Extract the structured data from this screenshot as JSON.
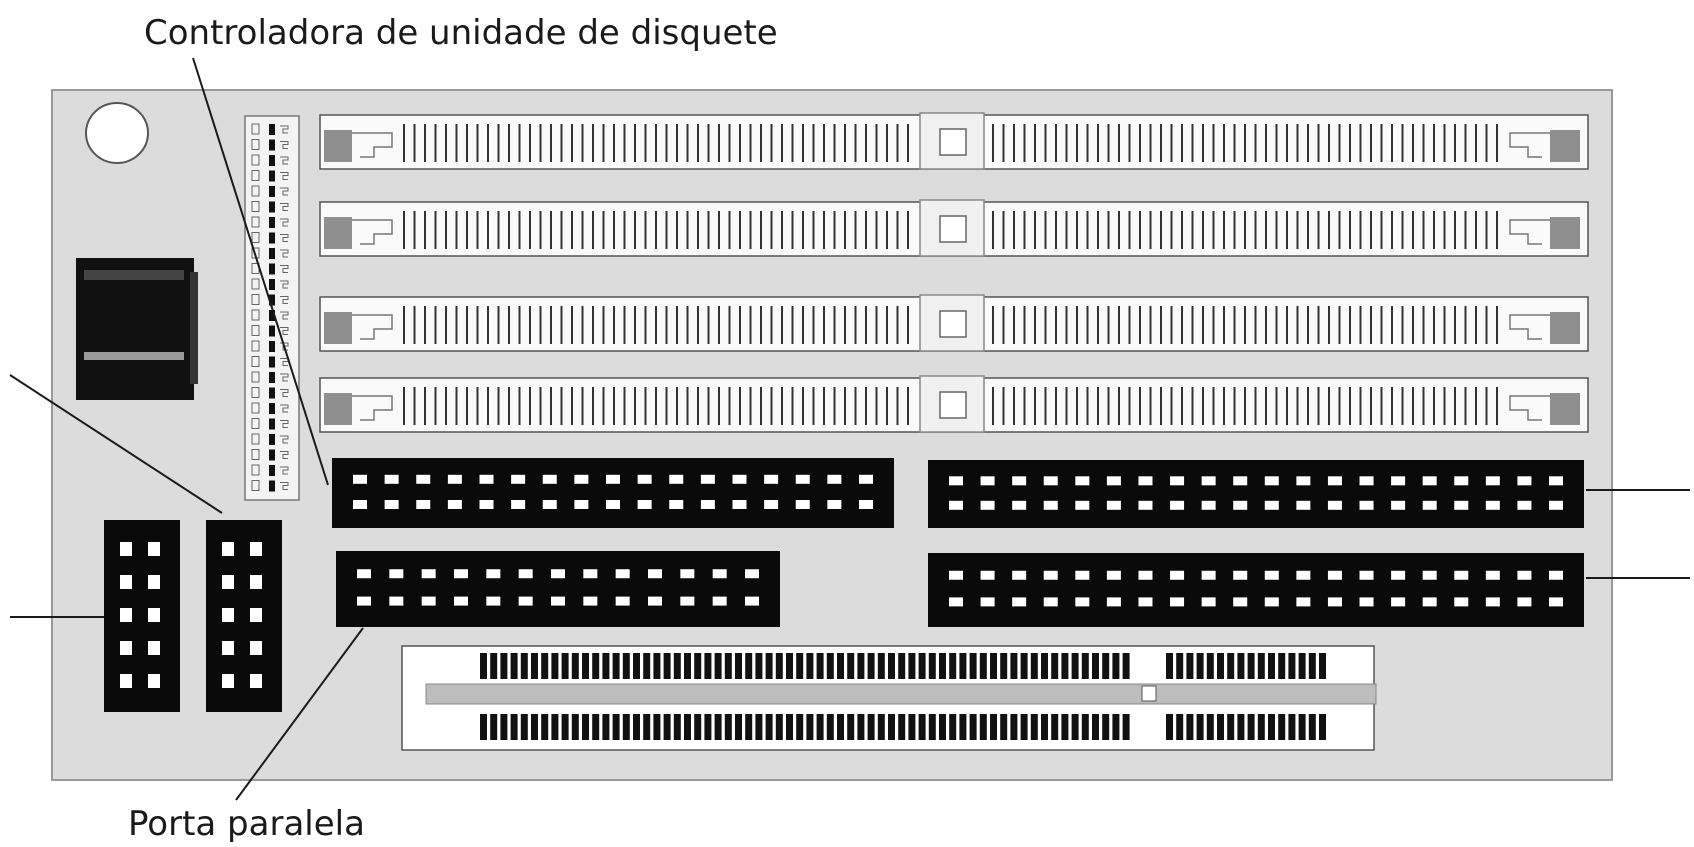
{
  "labels": {
    "floppy_controller": "Controladora de unidade de disquete",
    "parallel_port": "Porta paralela"
  },
  "board": {
    "memory_slots": 4,
    "idc_headers": [
      {
        "id": "floppy",
        "pin_columns": 17
      },
      {
        "id": "parallel",
        "pin_columns": 13
      },
      {
        "id": "ide-primary",
        "pin_columns": 20
      },
      {
        "id": "ide-secondary",
        "pin_columns": 20
      }
    ],
    "com_headers": 2,
    "colors": {
      "board_fill": "#dcdcdc",
      "board_border": "#9a9a9a",
      "slot_fill": "#fafafa",
      "header_fill": "#0a0a0a",
      "latch_fill": "#8f8f8f",
      "leader_line": "#1a1a1a"
    },
    "icons": {
      "mounting_hole": "mounting-hole-icon",
      "power_connector": "power-connector-icon"
    }
  }
}
